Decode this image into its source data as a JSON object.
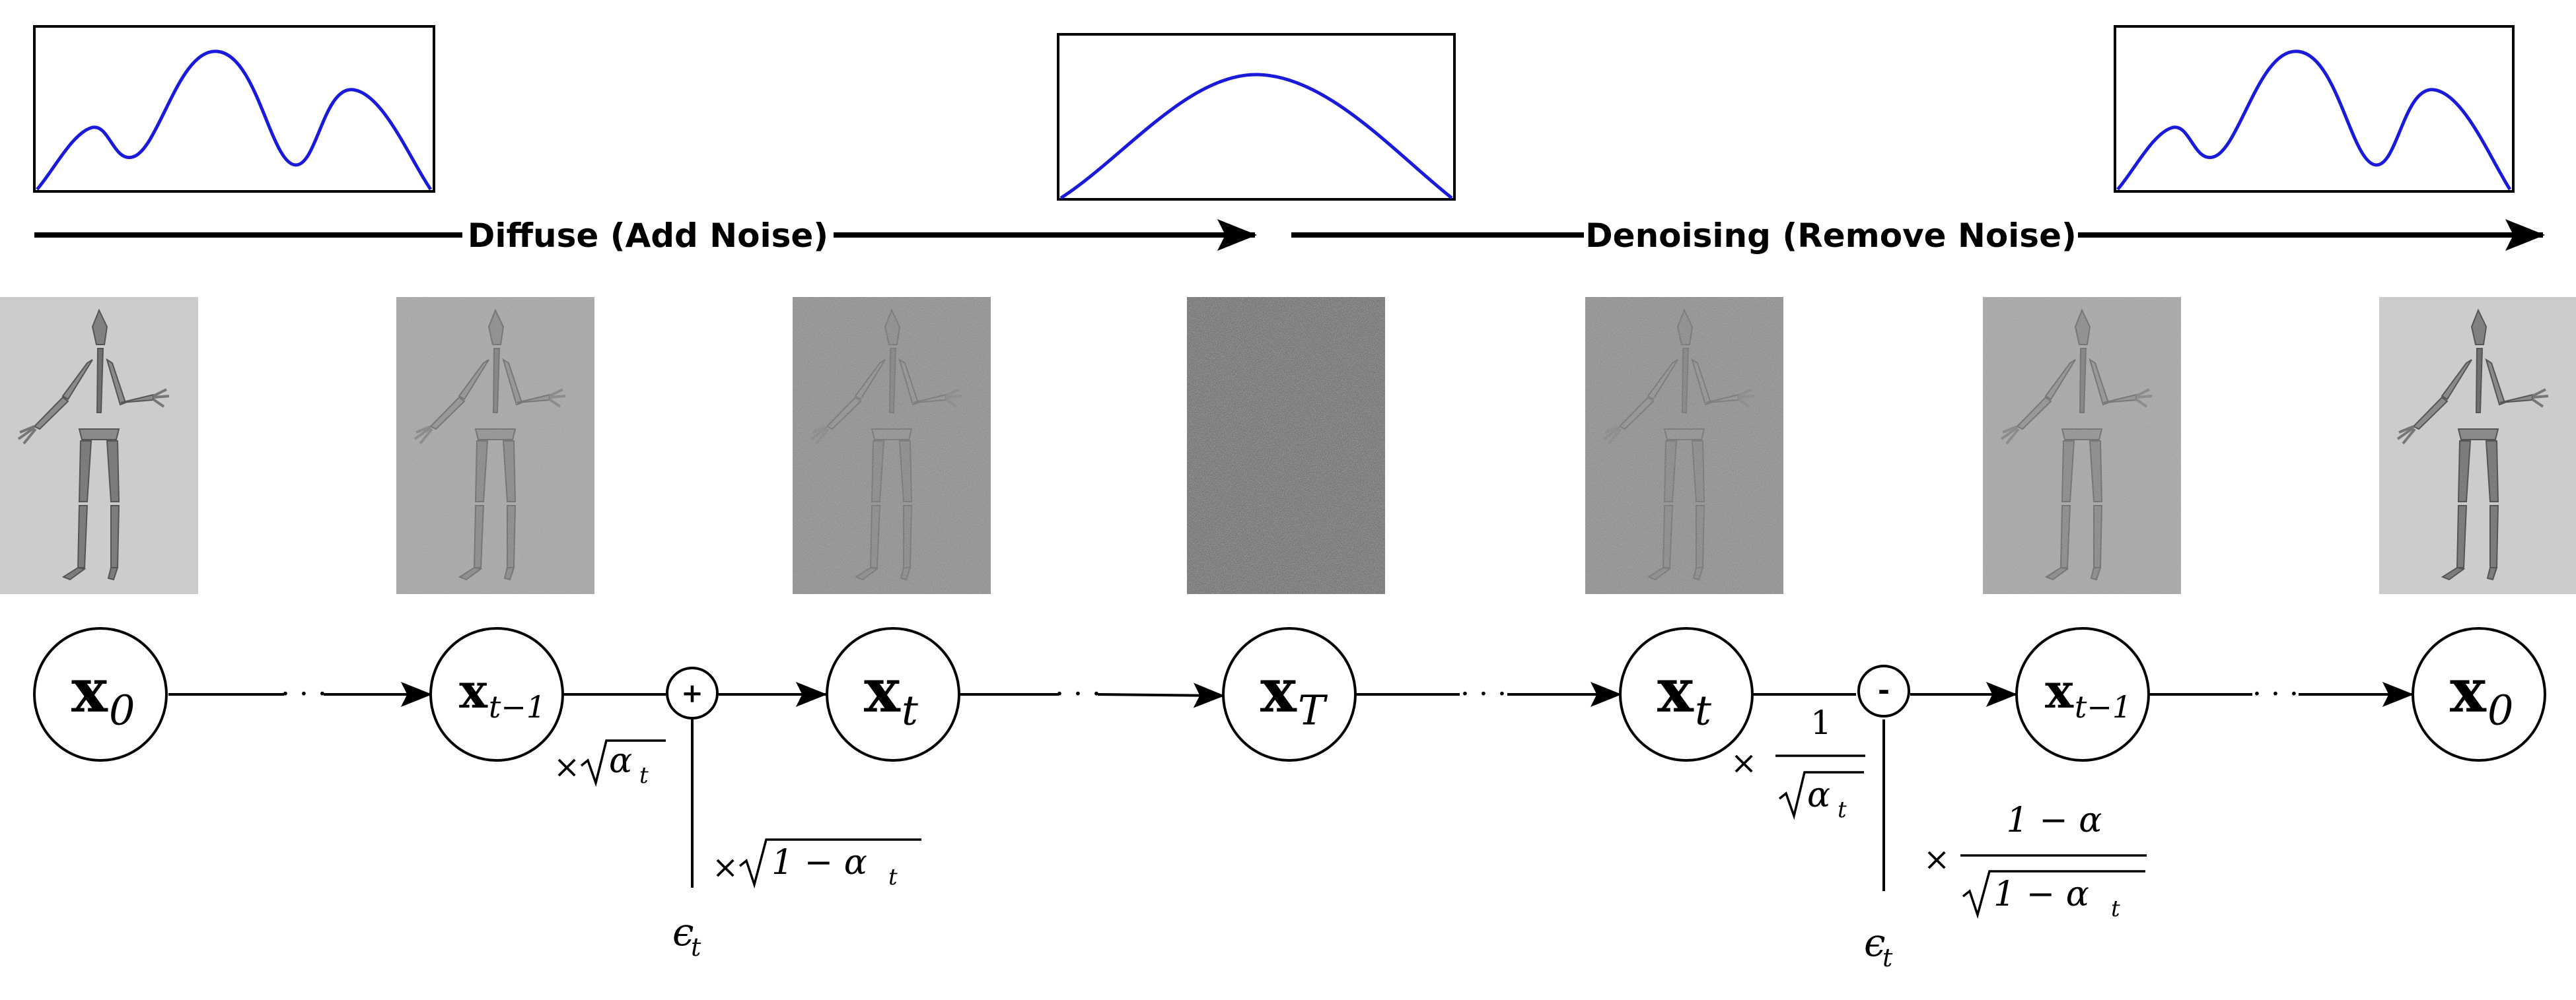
{
  "phases": {
    "diffuse": {
      "label": "Diffuse (Add Noise)"
    },
    "denoise": {
      "label": "Denoising (Remove Noise)"
    }
  },
  "distributions": [
    {
      "name": "data-distribution",
      "shape": "multimodal"
    },
    {
      "name": "noise-distribution",
      "shape": "gaussian"
    },
    {
      "name": "recovered-distribution",
      "shape": "multimodal"
    }
  ],
  "frames": [
    {
      "noise": 0.0
    },
    {
      "noise": 0.35
    },
    {
      "noise": 0.6
    },
    {
      "noise": 1.0
    },
    {
      "noise": 0.6
    },
    {
      "noise": 0.35
    },
    {
      "noise": 0.0
    }
  ],
  "nodes": [
    {
      "base": "x",
      "sub": "0"
    },
    {
      "base": "x",
      "sub": "t−1"
    },
    {
      "base": "x",
      "sub": "t"
    },
    {
      "base": "x",
      "sub": "T"
    },
    {
      "base": "x",
      "sub": "t"
    },
    {
      "base": "x",
      "sub": "t−1"
    },
    {
      "base": "x",
      "sub": "0"
    }
  ],
  "operators": {
    "add": "+",
    "subtract": "-"
  },
  "ellipsis": "· · ·",
  "forward_step": {
    "scale_prev": {
      "times": "×",
      "radicand": "α",
      "sub": "t"
    },
    "scale_noise": {
      "times": "×",
      "radicand": "1 − α",
      "sub": "t"
    },
    "noise": {
      "symbol": "ϵ",
      "sub": "t"
    }
  },
  "reverse_step": {
    "scale_x": {
      "times": "×",
      "numerator": "1",
      "radicand": "α",
      "sub": "t"
    },
    "scale_noise": {
      "times": "×",
      "numerator": "1 − α",
      "radicand": "1 − α",
      "sub": "t"
    },
    "noise": {
      "symbol": "ϵ",
      "sub": "t"
    }
  },
  "colors": {
    "curve": "#1a1adb",
    "line": "#000000",
    "image_bg_clean": "#cccccc"
  }
}
